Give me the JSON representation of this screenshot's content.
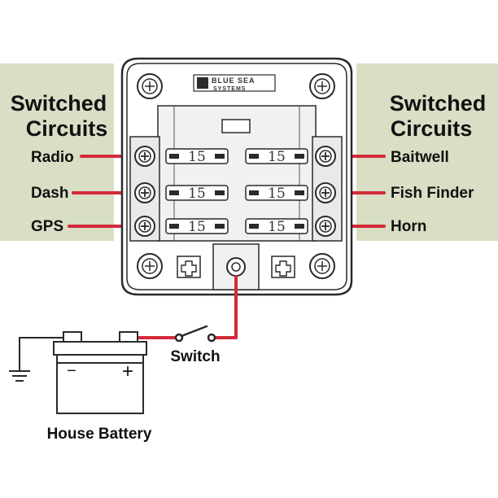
{
  "left_panel": {
    "heading_line1": "Switched",
    "heading_line2": "Circuits",
    "circuits": [
      "Radio",
      "Dash",
      "GPS"
    ]
  },
  "right_panel": {
    "heading_line1": "Switched",
    "heading_line2": "Circuits",
    "circuits": [
      "Baitwell",
      "Fish Finder",
      "Horn"
    ]
  },
  "fuse_block": {
    "logo_line1": "BLUE SEA",
    "logo_line2": "SYSTEMS",
    "fuse_rating": "15",
    "fuse_count": 6
  },
  "wiring": {
    "switch_label": "Switch",
    "battery_label": "House Battery",
    "battery_minus": "−",
    "battery_plus": "+"
  },
  "colors": {
    "panel_bg": "#d9dfc5",
    "wire_red": "#d42a3a",
    "outline": "#2a2a2a",
    "block_fill": "#ffffff",
    "block_shade": "#e9e9e9"
  },
  "icons": [
    "screw-terminal-icon",
    "fuse-icon",
    "mounting-hole-icon",
    "plus-terminal-icon",
    "ground-icon",
    "battery-icon",
    "switch-icon"
  ]
}
